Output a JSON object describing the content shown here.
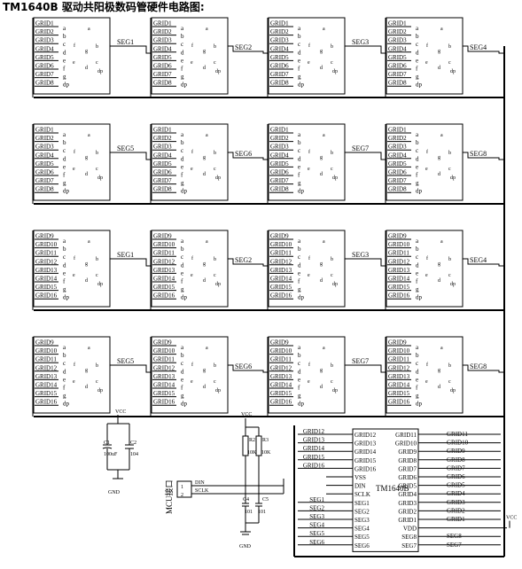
{
  "title": "TM1640B 驱动共阳极数码管硬件电路图:",
  "grid_labels_low": [
    "GRID1",
    "GRID2",
    "GRID3",
    "GRID4",
    "GRID5",
    "GRID6",
    "GRID7",
    "GRID8"
  ],
  "grid_labels_high": [
    "GRID9",
    "GRID10",
    "GRID11",
    "GRID12",
    "GRID13",
    "GRID14",
    "GRID15",
    "GRID16"
  ],
  "digit_pins": [
    "a",
    "b",
    "c",
    "d",
    "e",
    "f",
    "g",
    "dp"
  ],
  "digit_pin_letters": {
    "a": "a",
    "b": "b",
    "c": "c",
    "d": "d",
    "e": "e",
    "f": "f",
    "g": "g",
    "dp": "dp"
  },
  "seg_labels": [
    "SEG1",
    "SEG2",
    "SEG3",
    "SEG4",
    "SEG5",
    "SEG6",
    "SEG7",
    "SEG8"
  ],
  "power": {
    "vcc": "VCC",
    "gnd": "GND",
    "c1": "C1",
    "c1_value": "100uF",
    "c2": "C2",
    "c2_value": "104",
    "r2": "R2",
    "r2_value": "10K",
    "r3": "R3",
    "r3_value": "10K",
    "c4": "C4",
    "c4_value": "101",
    "c5": "C5",
    "c5_value": "101"
  },
  "mcu": {
    "label": "MCU接口",
    "pin1_num": "1",
    "pin2_num": "2",
    "din": "DIN",
    "sclk": "SCLK"
  },
  "ic": {
    "name": "TM1640B",
    "left_pins": [
      "GRID12",
      "GRID13",
      "GRID14",
      "GRID15",
      "GRID16",
      "VSS",
      "DIN",
      "SCLK",
      "SEG1",
      "SEG2",
      "SEG3",
      "SEG4",
      "SEG5",
      "SEG6"
    ],
    "right_pins": [
      "GRID11",
      "GRID10",
      "GRID9",
      "GRID8",
      "GRID7",
      "GRID6",
      "GRID5",
      "GRID4",
      "GRID3",
      "GRID2",
      "GRID1",
      "VDD",
      "SEG8",
      "SEG7"
    ],
    "left_nets": [
      "GRID12",
      "GRID13",
      "GRID14",
      "GRID15",
      "GRID16",
      "",
      "",
      "",
      "SEG1",
      "SEG2",
      "SEG3",
      "SEG4",
      "SEG5",
      "SEG6"
    ],
    "right_nets": [
      "GRID11",
      "GRID10",
      "GRID9",
      "GRID8",
      "GRID7",
      "GRID6",
      "GRID5",
      "GRID4",
      "GRID3",
      "GRID2",
      "GRID1",
      "",
      "SEG8",
      "SEG7"
    ],
    "vcc_label": "VCC"
  }
}
